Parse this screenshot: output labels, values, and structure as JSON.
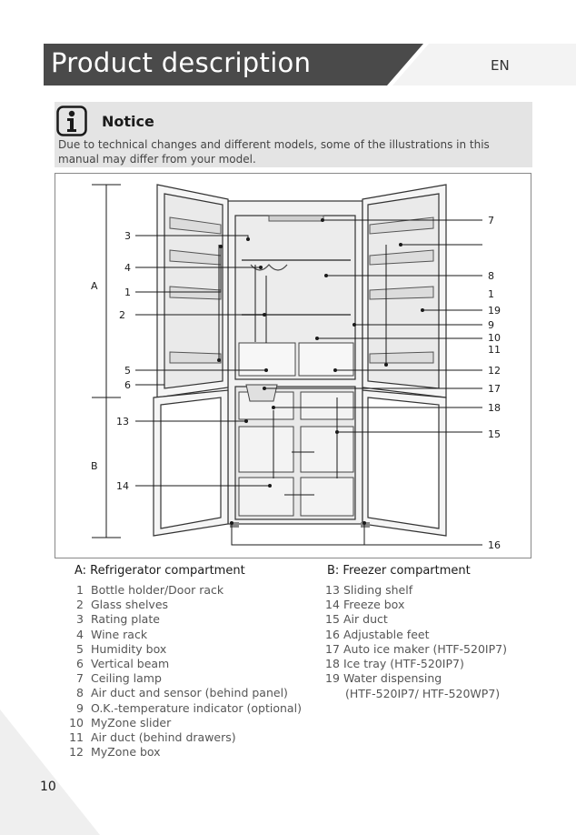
{
  "header": {
    "title": "Product description",
    "language": "EN"
  },
  "notice": {
    "icon": "info-icon",
    "title": "Notice",
    "text": "Due to technical changes and different models, some of the illustrations in this manual may differ from your model."
  },
  "diagram": {
    "label_a": "A",
    "label_b": "B",
    "callouts": [
      "1",
      "2",
      "3",
      "4",
      "5",
      "6",
      "7",
      "8",
      "9",
      "10",
      "11",
      "12",
      "13",
      "14",
      "15",
      "16",
      "17",
      "18",
      "19"
    ]
  },
  "legend": {
    "a_heading": "A: Refrigerator compartment",
    "b_heading": "B: Freezer compartment",
    "a_items": [
      {
        "num": "1",
        "label": "Bottle holder/Door rack"
      },
      {
        "num": "2",
        "label": "Glass shelves"
      },
      {
        "num": "3",
        "label": "Rating plate"
      },
      {
        "num": "4",
        "label": "Wine rack"
      },
      {
        "num": "5",
        "label": "Humidity box"
      },
      {
        "num": "6",
        "label": "Vertical beam"
      },
      {
        "num": "7",
        "label": "Ceiling lamp"
      },
      {
        "num": "8",
        "label": "Air duct and sensor (behind panel)"
      },
      {
        "num": "9",
        "label": "O.K.-temperature indicator (optional)"
      },
      {
        "num": "10",
        "label": "MyZone slider"
      },
      {
        "num": "11",
        "label": "Air duct (behind drawers)"
      },
      {
        "num": "12",
        "label": "MyZone box"
      }
    ],
    "b_items": [
      {
        "num": "13",
        "label": "Sliding shelf"
      },
      {
        "num": "14",
        "label": "Freeze box"
      },
      {
        "num": "15",
        "label": "Air duct"
      },
      {
        "num": "16",
        "label": "Adjustable feet"
      },
      {
        "num": "17",
        "label": "Auto ice maker (HTF-520IP7)"
      },
      {
        "num": "18",
        "label": "Ice tray (HTF-520IP7)"
      },
      {
        "num": "19",
        "label": "Water dispensing"
      }
    ],
    "b_item19_cont": "(HTF-520IP7/ HTF-520WP7)"
  },
  "page_number": "10"
}
